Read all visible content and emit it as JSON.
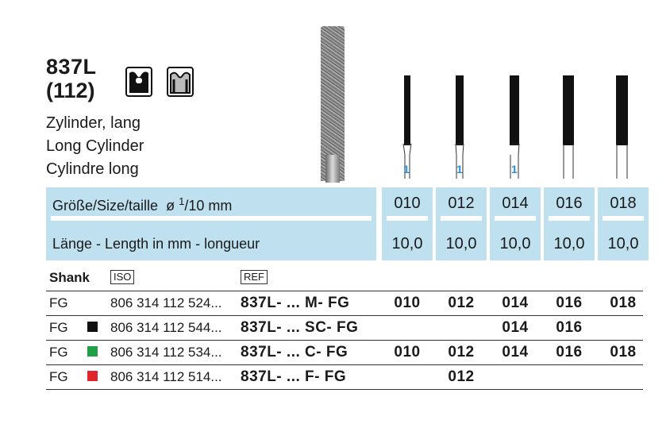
{
  "product": {
    "code": "837L",
    "figure": "(112)",
    "desc_de": "Zylinder, lang",
    "desc_en": "Long Cylinder",
    "desc_fr": "Cylindre long"
  },
  "header": {
    "size_label": "Größe/Size/taille",
    "diam_symbol": "ø",
    "size_unit_num": "1",
    "size_unit": "/10 mm",
    "length_label": "Länge - Length in mm - longueur"
  },
  "sizes": [
    "010",
    "012",
    "014",
    "016",
    "018"
  ],
  "lengths": [
    "10,0",
    "10,0",
    "10,0",
    "10,0",
    "10,0"
  ],
  "tool_markers": [
    "1",
    "1",
    "1",
    "",
    ""
  ],
  "table": {
    "col_shank": "Shank",
    "col_iso": "ISO",
    "col_ref": "REF",
    "rows": [
      {
        "shank": "FG",
        "color": "",
        "iso": "806 314 112 524...",
        "ref": "837L- ... M- FG",
        "sizes": [
          "010",
          "012",
          "014",
          "016",
          "018"
        ]
      },
      {
        "shank": "FG",
        "color": "#111111",
        "iso": "806 314 112 544...",
        "ref": "837L- ... SC- FG",
        "sizes": [
          "",
          "",
          "014",
          "016",
          ""
        ]
      },
      {
        "shank": "FG",
        "color": "#1fa046",
        "iso": "806 314 112 534...",
        "ref": "837L- ... C- FG",
        "sizes": [
          "010",
          "012",
          "014",
          "016",
          "018"
        ]
      },
      {
        "shank": "FG",
        "color": "#e0262b",
        "iso": "806 314 112 514...",
        "ref": "837L- ... F- FG",
        "sizes": [
          "",
          "012",
          "",
          "",
          ""
        ]
      }
    ]
  }
}
